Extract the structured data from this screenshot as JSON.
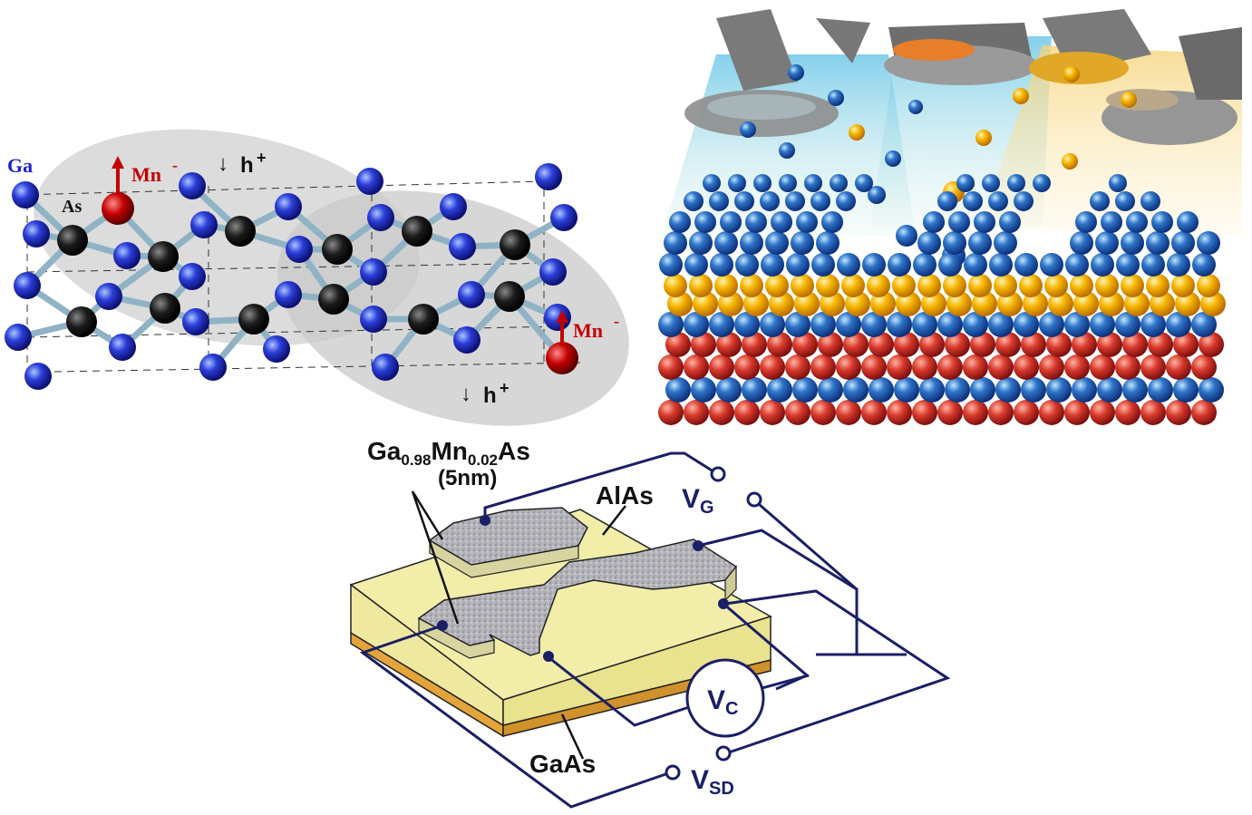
{
  "crystal": {
    "ga_label": "Ga",
    "as_label": "As",
    "mn_label": "Mn",
    "mn_charge": "-",
    "hole_arrow": "↓",
    "hole_label": "h",
    "hole_charge": "+",
    "colors": {
      "ga": "#1f22c9",
      "as": "#1a1a1a",
      "mn": "#c40000",
      "bond": "#8fb3c4",
      "cloud": "#d9d9d9"
    }
  },
  "device": {
    "layer_formula": {
      "p1": "Ga",
      "s1": "0.98",
      "p2": "Mn",
      "s2": "0.02",
      "p3": "As"
    },
    "thickness": "(5nm)",
    "barrier": "AlAs",
    "substrate": "GaAs",
    "gate": {
      "main": "V",
      "sub": "G"
    },
    "channel": {
      "main": "V",
      "sub": "C"
    },
    "source_drain": {
      "main": "V",
      "sub": "SD"
    },
    "colors": {
      "wire": "#1a1f66",
      "alas": "#f2eeaa",
      "gaas": "#e3a53a",
      "gamnas": "#b8b8bc"
    }
  },
  "deposition": {
    "colors": {
      "blue": "#1f56b8",
      "yellow": "#f2b400",
      "red": "#cc2a2a"
    }
  }
}
